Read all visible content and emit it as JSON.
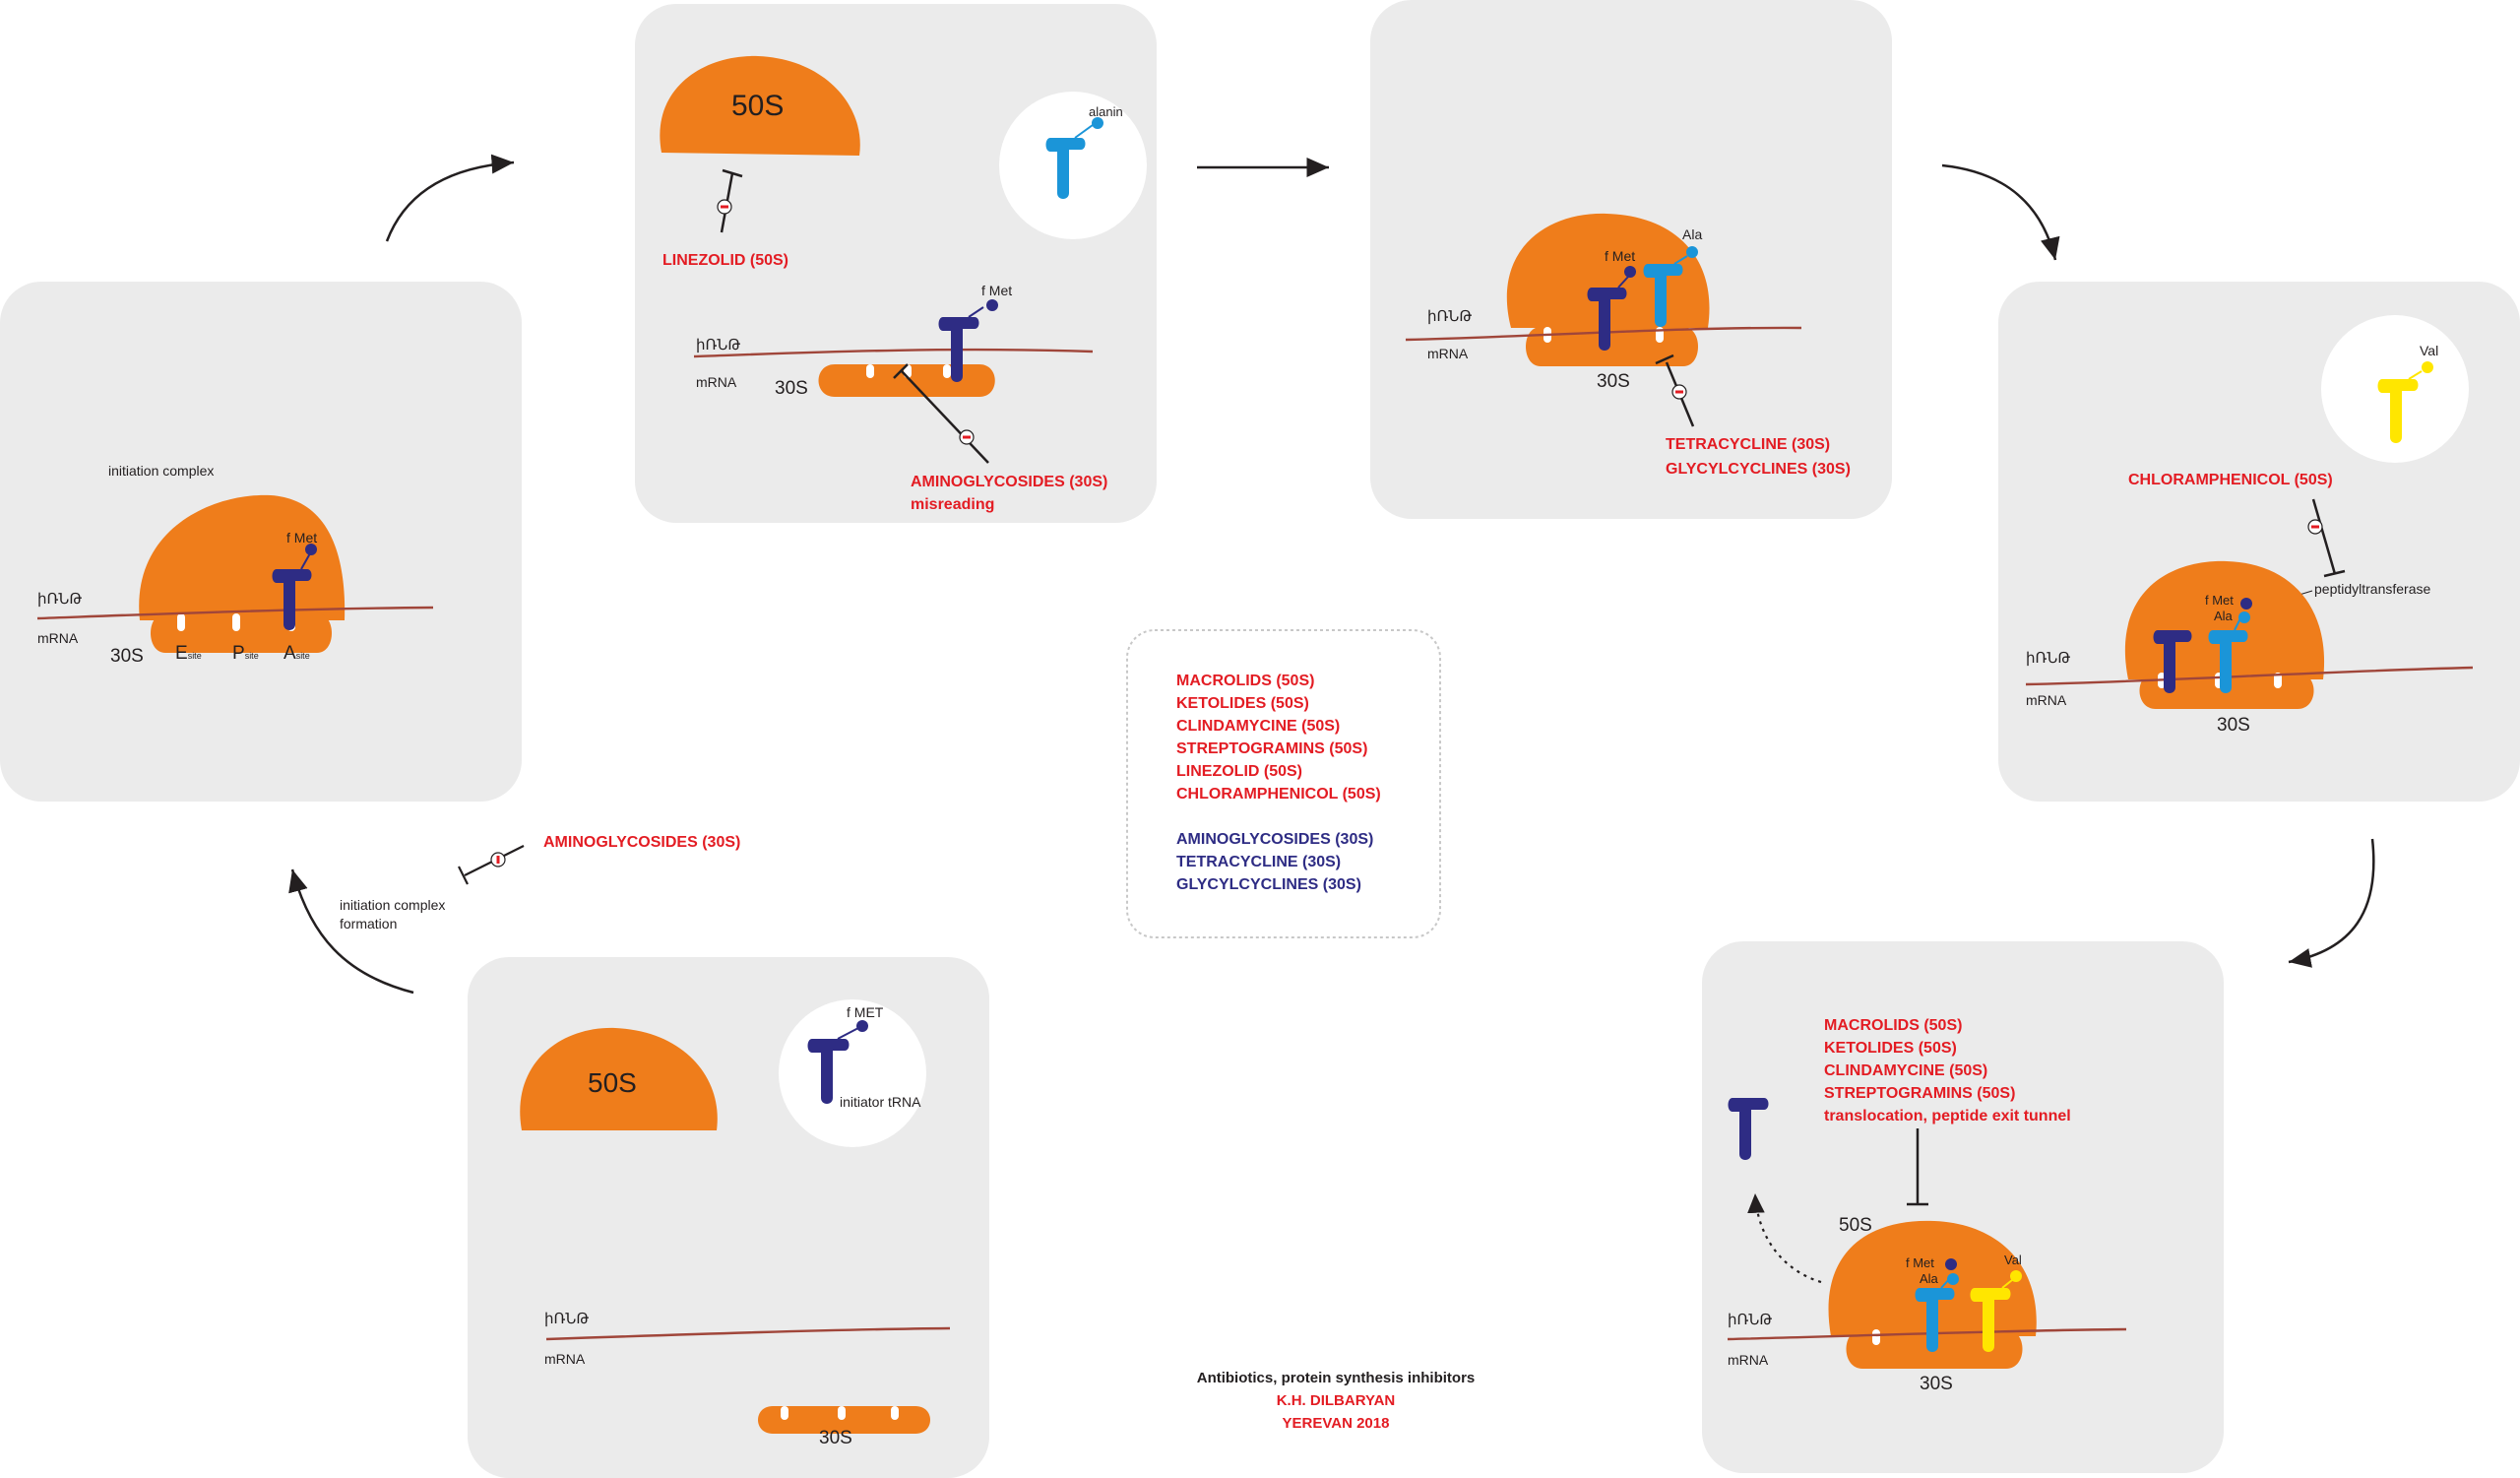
{
  "colors": {
    "panel": "#ebebeb",
    "ribosome": "#ef7d1b",
    "mrna": "#a0463a",
    "fmet_trna": "#2e2c84",
    "ala_trna": "#1b95d8",
    "val_trna": "#ffe600",
    "inhibitor_red": "#e31c23",
    "inhibitor_navy": "#2e2c84",
    "arrow": "#231f20"
  },
  "panel_initiation": {
    "title": "initiation complex",
    "fmet": "f Met",
    "mrna_arm": "իՌՆԹ",
    "mrna": "mRNA",
    "sub30s": "30S",
    "e_site": "E",
    "e_sub": "site",
    "p_site": "P",
    "p_sub": "site",
    "a_site": "A",
    "a_sub": "site"
  },
  "panel_linezolid": {
    "sub50s": "50S",
    "alanin": "alanin",
    "drug": "LINEZOLID (50S)",
    "fmet": "f Met",
    "mrna_arm": "իՌՆԹ",
    "mrna": "mRNA",
    "sub30s": "30S",
    "drug2": "AMINOGLYCOSIDES (30S)",
    "drug2_note": "misreading"
  },
  "panel_tetracycline": {
    "fmet": "f Met",
    "ala": "Ala",
    "mrna_arm": "իՌՆԹ",
    "mrna": "mRNA",
    "sub30s": "30S",
    "drug1": "TETRACYCLINE (30S)",
    "drug2": "GLYCYLCYCLINES (30S)"
  },
  "panel_chloramphenicol": {
    "val": "Val",
    "drug": "CHLORAMPHENICOL (50S)",
    "enzyme": "peptidyltransferase",
    "fmet": "f Met",
    "ala": "Ala",
    "mrna_arm": "իՌՆԹ",
    "mrna": "mRNA",
    "sub30s": "30S"
  },
  "panel_macrolides": {
    "drugs": [
      "MACROLIDS (50S)",
      "KETOLIDES (50S)",
      "CLINDAMYCINE (50S)",
      "STREPTOGRAMINS (50S)",
      "translocation, peptide exit tunnel"
    ],
    "sub50s": "50S",
    "fmet": "f Met",
    "ala": "Ala",
    "val": "Val",
    "mrna_arm": "իՌՆԹ",
    "mrna": "mRNA",
    "sub30s": "30S"
  },
  "panel_subunits": {
    "sub50s": "50S",
    "fmet": "f MET",
    "initiator": "initiator tRNA",
    "mrna_arm": "իՌՆԹ",
    "mrna": "mRNA",
    "sub30s": "30S"
  },
  "side_note": {
    "drug": "AMINOGLYCOSIDES (30S)",
    "step_line1": "initiation complex",
    "step_line2": "formation"
  },
  "legend": {
    "red_items": [
      "MACROLIDS (50S)",
      "KETOLIDES (50S)",
      "CLINDAMYCINE (50S)",
      "STREPTOGRAMINS (50S)",
      "LINEZOLID (50S)",
      "CHLORAMPHENICOL (50S)"
    ],
    "navy_items": [
      "AMINOGLYCOSIDES (30S)",
      "TETRACYCLINE (30S)",
      "GLYCYLCYCLINES (30S)"
    ]
  },
  "credits": {
    "line1": "Antibiotics, protein synthesis inhibitors",
    "line2": "K.H. DILBARYAN",
    "line3": "YEREVAN 2018"
  }
}
